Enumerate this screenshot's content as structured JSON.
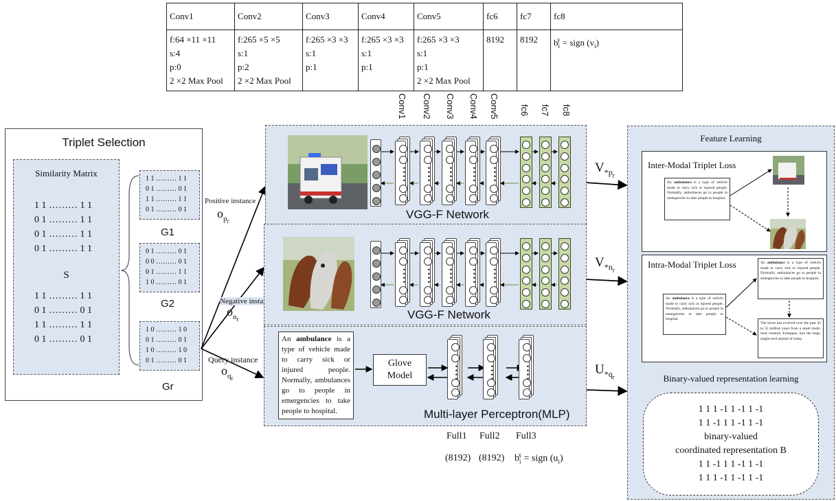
{
  "spec_table": {
    "headers": [
      "Conv1",
      "Conv2",
      "Conv3",
      "Conv4",
      "Conv5",
      "fc6",
      "fc7",
      "fc8"
    ],
    "cells": [
      [
        "f:64 ×11 ×11",
        "s:4",
        "p:0",
        "2 ×2 Max Pool"
      ],
      [
        "f:265 ×5 ×5",
        "s:1",
        "p:2",
        "2 ×2 Max Pool"
      ],
      [
        "f:265 ×3 ×3",
        "s:1",
        "p:1"
      ],
      [
        "f:265 ×3 ×3",
        "s:1",
        "p:1"
      ],
      [
        "f:265 ×3 ×3",
        "s:1",
        "p:1",
        "2 ×2 Max Pool"
      ],
      [
        "8192"
      ],
      [
        "8192"
      ],
      [
        "b_i^y = sign (v_i)"
      ]
    ]
  },
  "layer_labels": [
    "Conv1",
    "Conv2",
    "Conv3",
    "Conv4",
    "Conv5",
    "fc6",
    "fc7",
    "fc8"
  ],
  "triplet": {
    "title": "Triplet Selection",
    "similarity_title": "Similarity Matrix",
    "matrix_top": [
      "1 1 ……… 1 1",
      "0 1 ……… 1 1",
      "0 1 ……… 1 1",
      "0 1 ……… 1 1"
    ],
    "s_label": "S",
    "matrix_bottom": [
      "1 1 ……… 1 1",
      "0 1 ……… 0 1",
      "1 1 ……… 1 1",
      "0 1 ……… 0 1"
    ],
    "g1_rows": [
      "1 1 ……… 1 1",
      "0 1 ……… 0 1",
      "1 1 ……… 1 1",
      "0 1 ……… 0 1"
    ],
    "g2_rows": [
      "0 1 ……… 0 1",
      "0 0 ……… 0 1",
      "0 1 ……… 1 1",
      "1 0 ……… 0 1"
    ],
    "gr_rows": [
      "1 0 ……… 1 0",
      "0 1 ……… 0 1",
      "1 0 ……… 1 0",
      "0 1 ……… 0 1"
    ],
    "g1": "G1",
    "g2": "G2",
    "gr": "Gr"
  },
  "instances": {
    "positive": "Positive instance",
    "positive_sym": "o",
    "positive_sub": "p",
    "positive_subsub": "r",
    "negative": "Negative instance",
    "negative_sym": "o",
    "negative_sub": "n",
    "negative_subsub": "r",
    "query": "Query instance",
    "query_sym": "o",
    "query_sub": "q",
    "query_subsub": "r"
  },
  "networks": {
    "vgg_top": "VGG-F Network",
    "vgg_mid": "VGG-F Network",
    "mlp": "Multi-layer Perceptron(MLP)",
    "glove": "Glove\nModel",
    "query_text_html": "An <b>ambulance</b> is a type of vehicle made to carry sick or injured people. Normally, ambulances go to people in emergencies to take people to hospital."
  },
  "outputs": {
    "vp": "V",
    "vp_sub": "*p",
    "vp_subsub": "r",
    "vn": "V",
    "vn_sub": "*n",
    "vn_subsub": "r",
    "uq": "U",
    "uq_sub": "*q",
    "uq_subsub": "r"
  },
  "mlp_labels": {
    "full1": "Full1",
    "full2": "Full2",
    "full3": "Full3",
    "dim1": "(8192)",
    "dim2": "(8192)",
    "sign": "b_i^x = sign (u_i)"
  },
  "feature": {
    "title": "Feature Learning",
    "inter_title": "Inter-Modal Triplet Loss",
    "intra_title": "Intra-Modal Triplet Loss",
    "inter_text_html": "An <b>ambulance</b> is a type of vehicle made to carry sick or injured people. Normally, ambulances go to people in emergencies to take people to hospital.",
    "intra_text_html": "An <b>ambulance</b> is a type of vehicle made to carry sick or injured people. Normally, ambulances go to people in emergencies to take people to hospital.",
    "intra_pos_html": "An <b>ambulance</b> is a type of vehicle made to carry sick or injured people. Normally, ambulances go to people in emergencies to take people to hospital.",
    "intra_neg_html": "The horse has evolved over the past 45 to 55 million years from a small multi-toed creature, Eohippus, into the large, single-toed animal of today.",
    "binary_title": "Binary-valued representation learning",
    "binary_lines": [
      "1 1 1 -1 1 -1 1 -1",
      "1 1 -1 1 1 -1 1 -1",
      "binary-valued",
      "coordinated representation B",
      "1 1 -1 1 1 -1 1 -1",
      "1 1 1 -1 1 -1 1 -1"
    ]
  },
  "colors": {
    "panel_bg": "#dde5f2",
    "fc_fill": "#c8d9a6"
  }
}
